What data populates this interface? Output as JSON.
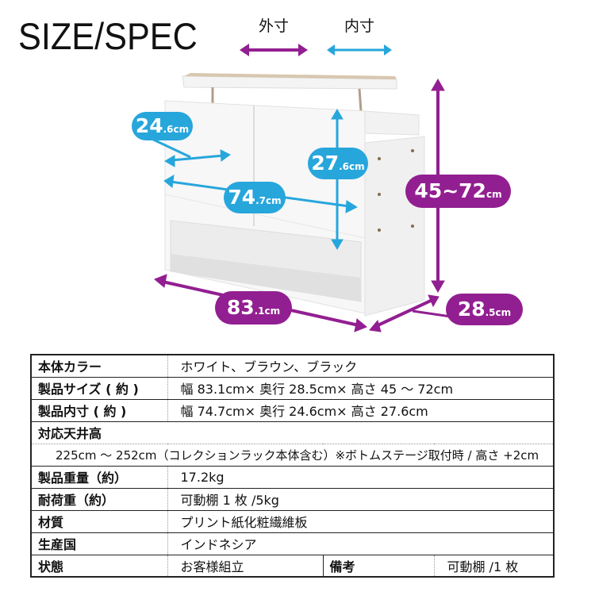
{
  "header": {
    "title": "SIZE/SPEC",
    "legend": [
      {
        "label": "外寸",
        "color": "#921f91"
      },
      {
        "label": "内寸",
        "color": "#27a6dc"
      }
    ]
  },
  "dimensions": {
    "inner_depth": {
      "main": "24",
      "decimal": ".6cm",
      "color": "#27a6dc"
    },
    "inner_height": {
      "main": "27",
      "decimal": ".6cm",
      "color": "#27a6dc"
    },
    "inner_width": {
      "main": "74",
      "decimal": ".7cm",
      "color": "#27a6dc"
    },
    "outer_height": {
      "main": "45~72",
      "decimal": "cm",
      "color": "#921f91"
    },
    "outer_width": {
      "main": "83",
      "decimal": ".1cm",
      "color": "#921f91"
    },
    "outer_depth": {
      "main": "28",
      "decimal": ".5cm",
      "color": "#921f91"
    }
  },
  "spec_table": {
    "color": {
      "label": "本体カラー",
      "value": "ホワイト、ブラウン、ブラック"
    },
    "size": {
      "label": "製品サイズ ( 約 )",
      "value": "幅 83.1cm× 奥行 28.5cm× 高さ 45 ～ 72cm"
    },
    "inner": {
      "label": "製品内寸 ( 約 )",
      "value": "幅 74.7cm× 奥行 24.6cm× 高さ 27.6cm"
    },
    "ceiling": {
      "label": "対応天井高",
      "value": "225cm ～ 252cm（コレクションラック本体含む）※ボトムステージ取付時 / 高さ +2cm"
    },
    "weight": {
      "label": "製品重量（約）",
      "value": "17.2kg"
    },
    "load": {
      "label": "耐荷重（約）",
      "value": "可動棚 1 枚 /5kg"
    },
    "material": {
      "label": "材質",
      "value": "プリント紙化粧繊維板"
    },
    "origin": {
      "label": "生産国",
      "value": "インドネシア"
    },
    "condition": {
      "label": "状態",
      "value": "お客様組立"
    },
    "remarks": {
      "label": "備考",
      "value": "可動棚 /1 枚"
    }
  }
}
